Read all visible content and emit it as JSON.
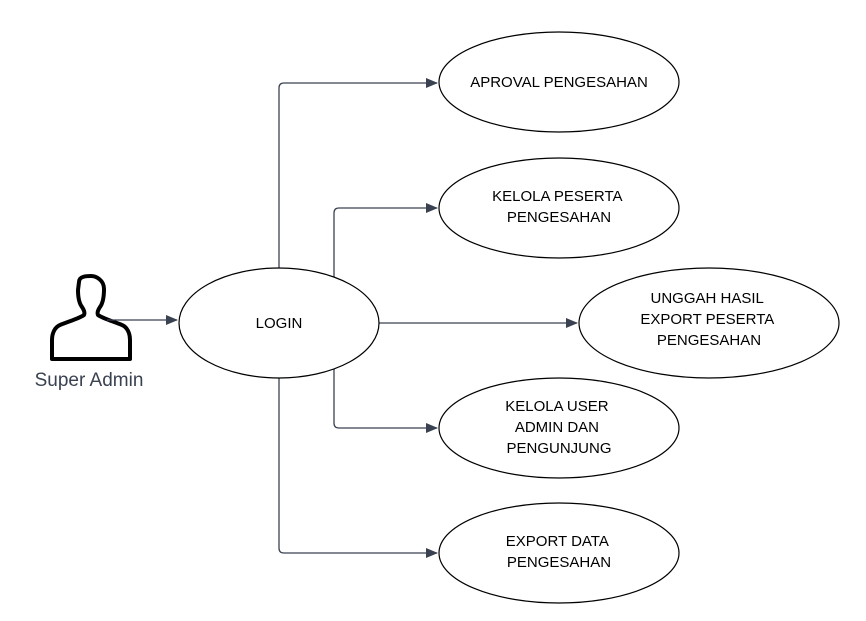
{
  "actor": {
    "label": "Super Admin",
    "icon": "person-silhouette-icon"
  },
  "login": {
    "label": "LOGIN"
  },
  "use_cases": [
    {
      "id": "aproval",
      "lines": [
        "APROVAL PENGESAHAN"
      ]
    },
    {
      "id": "kelola-peserta",
      "lines": [
        "KELOLA PESERTA",
        "PENGESAHAN"
      ]
    },
    {
      "id": "unggah-hasil",
      "lines": [
        "UNGGAH HASIL",
        "EXPORT PESERTA",
        "PENGESAHAN"
      ]
    },
    {
      "id": "kelola-user",
      "lines": [
        "KELOLA USER",
        "ADMIN DAN",
        "PENGUNJUNG"
      ]
    },
    {
      "id": "export-data",
      "lines": [
        "EXPORT DATA",
        "PENGESAHAN"
      ]
    }
  ],
  "colors": {
    "connector": "#3a4150",
    "outline": "#000000",
    "actor_text": "#3a4150"
  }
}
